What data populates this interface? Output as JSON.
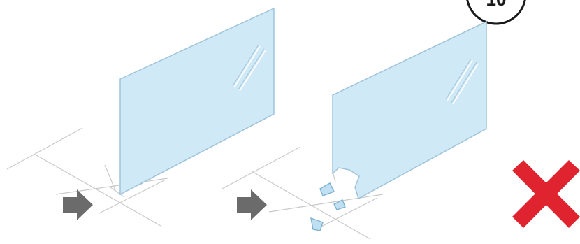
{
  "step_badge": {
    "label": "10"
  },
  "panels": [
    {
      "id": "intact",
      "state": "intact glass panel resting on floor edge"
    },
    {
      "id": "chipped",
      "state": "glass panel with chipped bottom corner and shards on floor"
    }
  ],
  "indicator": {
    "verdict": "wrong",
    "icon": "red-x-icon"
  },
  "colors": {
    "glass_fill": "#cfe9f7",
    "glass_edge": "#9fc4da",
    "floor_lines": "#c9c9c9",
    "arrow": "#6b6b6b",
    "cross": "#e0242f",
    "shard_fill": "#bfe0f2",
    "shard_edge": "#7fb2cf"
  }
}
